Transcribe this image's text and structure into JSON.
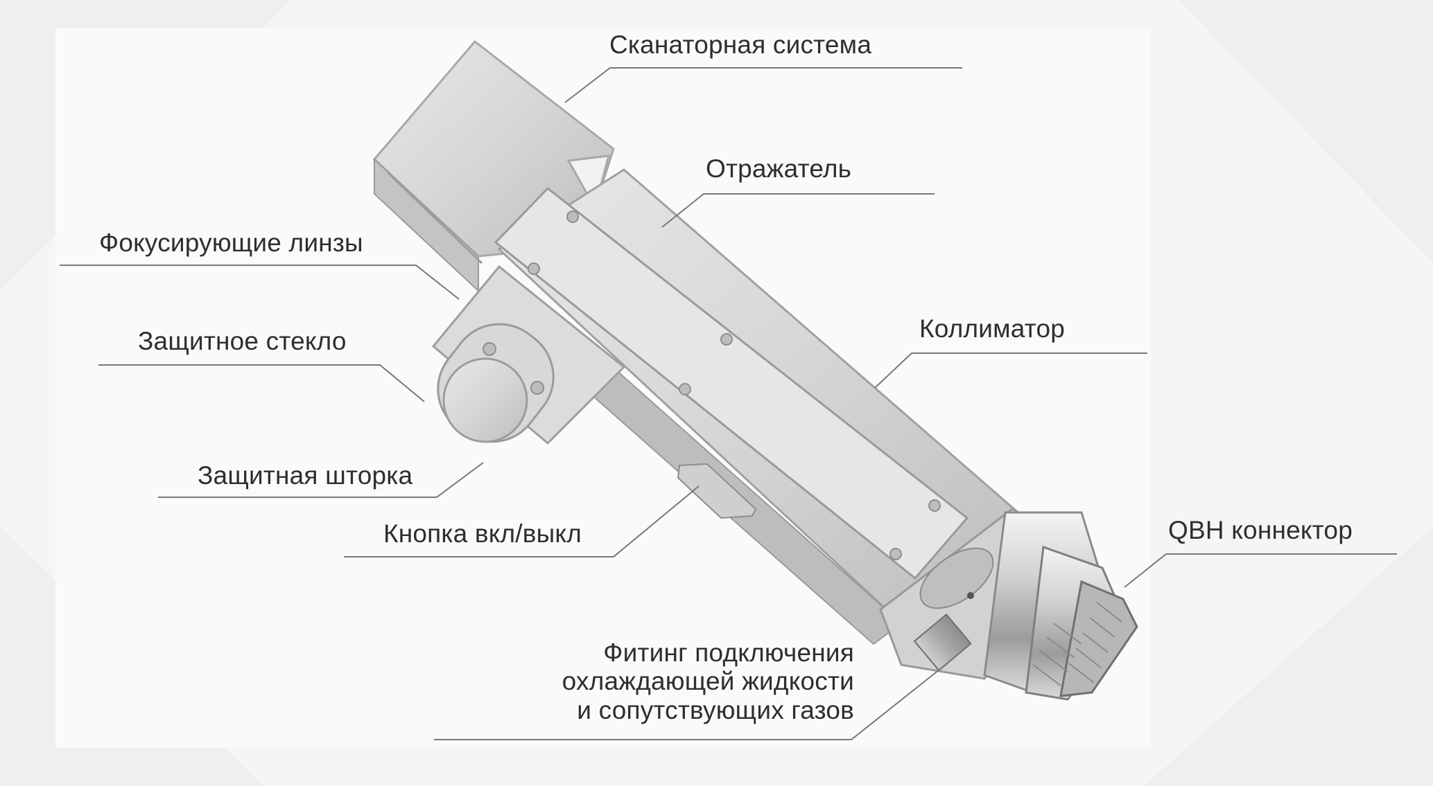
{
  "labels": {
    "scanner": "Сканаторная система",
    "reflector": "Отражатель",
    "focus_lens": "Фокусирующие линзы",
    "protective_glass": "Защитное стекло",
    "collimator": "Коллиматор",
    "protective_shutter": "Защитная шторка",
    "power_button": "Кнопка вкл/выкл",
    "qbh_connector": "QBH коннектор",
    "fitting_line1": "Фитинг подключения",
    "fitting_line2": "охлаждающей жидкости",
    "fitting_line3": "и сопутствующих газов"
  }
}
